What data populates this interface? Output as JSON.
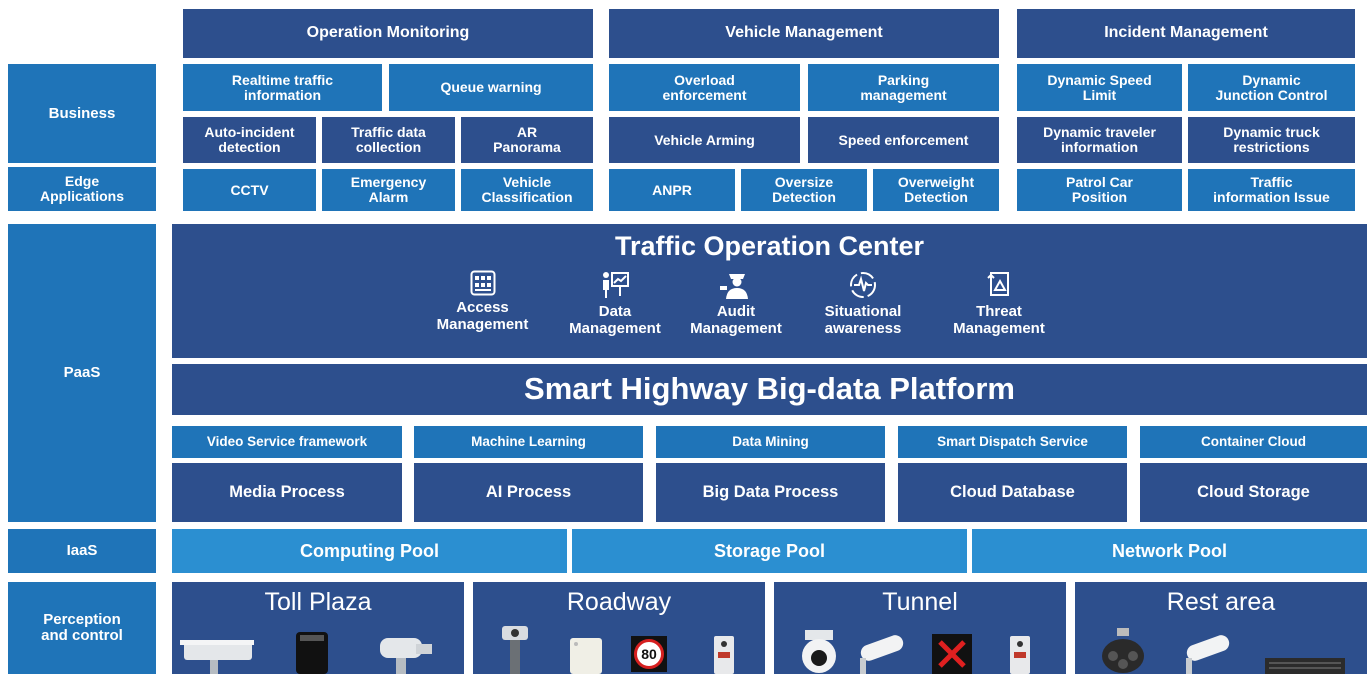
{
  "layers": {
    "business": "Business",
    "edge": "Edge\nApplications",
    "paas": "PaaS",
    "iaas": "IaaS",
    "perception": "Perception\nand control"
  },
  "groups": {
    "operation": {
      "title": "Operation Monitoring",
      "cells": [
        "Realtime traffic\ninformation",
        "Queue warning",
        "Auto-incident\ndetection",
        "Traffic data\ncollection",
        "AR\nPanorama",
        "CCTV",
        "Emergency\nAlarm",
        "Vehicle\nClassification"
      ]
    },
    "vehicle": {
      "title": "Vehicle Management",
      "cells": [
        "Overload\nenforcement",
        "Parking\nmanagement",
        "Vehicle Arming",
        "Speed enforcement",
        "ANPR",
        "Oversize\nDetection",
        "Overweight\nDetection"
      ]
    },
    "incident": {
      "title": "Incident Management",
      "cells": [
        "Dynamic Speed\nLimit",
        "Dynamic\nJunction Control",
        "Dynamic traveler\ninformation",
        "Dynamic truck\nrestrictions",
        "Patrol Car\nPosition",
        "Traffic\ninformation Issue"
      ]
    }
  },
  "toc": {
    "title": "Traffic Operation Center",
    "items": [
      "Access\nManagement",
      "Data\nManagement",
      "Audit\nManagement",
      "Situational\nawareness",
      "Threat\nManagement"
    ],
    "icons": [
      "grid-icon",
      "presenter-icon",
      "officer-icon",
      "heartbeat-icon",
      "mountain-frame-icon"
    ]
  },
  "platform": "Smart Highway Big-data Platform",
  "services": [
    "Video Service framework",
    "Machine Learning",
    "Data Mining",
    "Smart Dispatch Service",
    "Container Cloud"
  ],
  "processes": [
    "Media Process",
    "AI Process",
    "Big Data Process",
    "Cloud Database",
    "Cloud Storage"
  ],
  "pools": [
    "Computing Pool",
    "Storage Pool",
    "Network Pool"
  ],
  "sites": [
    {
      "name": "Toll Plaza",
      "devices": [
        "camera-housing-icon",
        "tablet-terminal-icon",
        "ptz-camera-icon"
      ]
    },
    {
      "name": "Roadway",
      "devices": [
        "speed-dome-pole-icon",
        "detector-box-icon",
        "speed-sign-icon",
        "intercom-icon"
      ]
    },
    {
      "name": "Tunnel",
      "devices": [
        "dome-camera-icon",
        "bullet-camera-icon",
        "lane-signal-icon",
        "intercom-icon"
      ]
    },
    {
      "name": "Rest area",
      "devices": [
        "multisensor-camera-icon",
        "bullet-camera-icon",
        "nvr-icon"
      ]
    }
  ],
  "speed_sign_text": "80",
  "colors": {
    "dark": "#2d4f8d",
    "mid": "#1f74b8",
    "light": "#2b8fd1"
  }
}
